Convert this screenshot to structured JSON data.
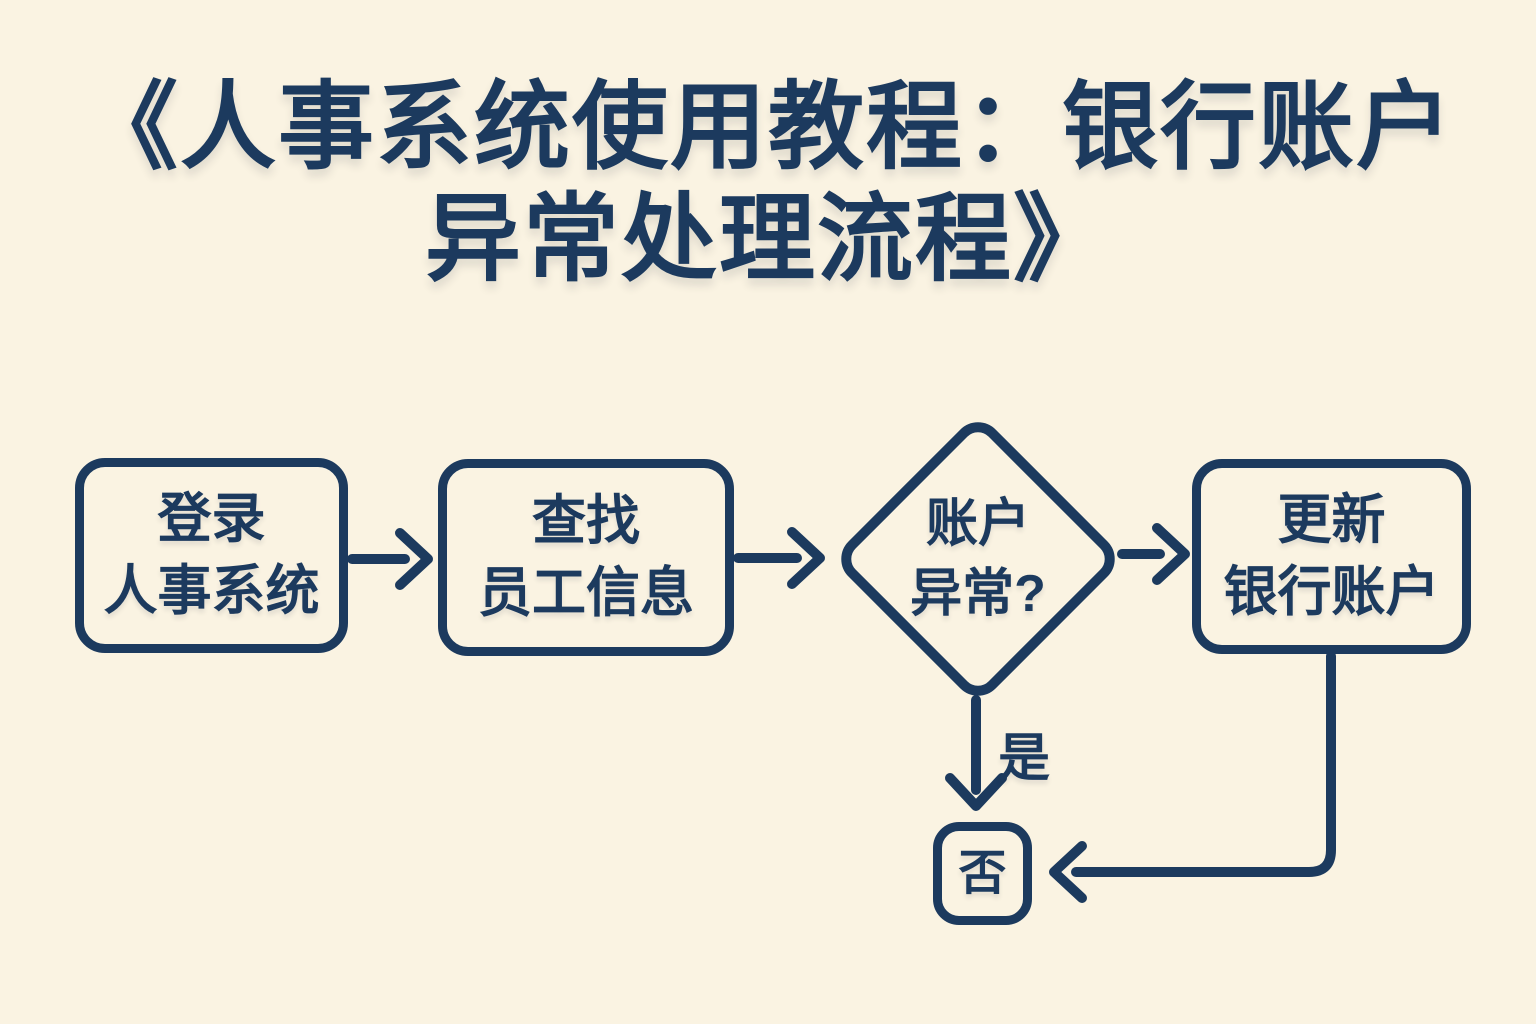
{
  "colors": {
    "background": "#faf3e2",
    "ink": "#1c3a5e"
  },
  "title": {
    "line1": "《人事系统使用教程：银行账户",
    "line2": "异常处理流程》"
  },
  "flow": {
    "login": {
      "line1": "登录",
      "line2": "人事系统"
    },
    "search": {
      "line1": "查找",
      "line2": "员工信息"
    },
    "decision": {
      "line1": "账户",
      "line2": "异常?"
    },
    "update": {
      "line1": "更新",
      "line2": "银行账户"
    },
    "terminal": {
      "label": "否"
    },
    "yes_label": "是"
  }
}
